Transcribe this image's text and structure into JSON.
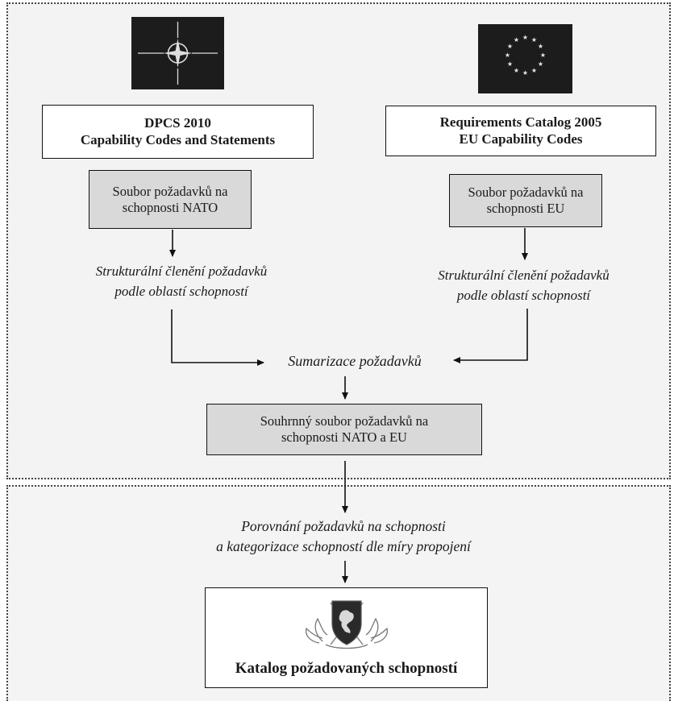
{
  "nato": {
    "title_line1": "DPCS 2010",
    "title_line2": "Capability Codes and Statements",
    "set_line1": "Soubor požadavků na",
    "set_line2": "schopnosti NATO",
    "structure_line1": "Strukturální členění požadavků",
    "structure_line2": "podle oblastí schopností"
  },
  "eu": {
    "title_line1": "Requirements Catalog 2005",
    "title_line2": "EU Capability Codes",
    "set_line1": "Soubor požadavků na",
    "set_line2": "schopnosti EU",
    "structure_line1": "Strukturální členění požadavků",
    "structure_line2": "podle oblastí schopností"
  },
  "summary": {
    "label": "Sumarizace požadavků",
    "set_line1": "Souhrnný soubor požadavků na",
    "set_line2": "schopnosti NATO a EU"
  },
  "comparison": {
    "line1": "Porovnání požadavků na schopnosti",
    "line2": "a kategorizace schopností dle míry propojení"
  },
  "catalog": {
    "title": "Katalog požadovaných schopností"
  },
  "colors": {
    "flag_bg": "#1c1c1c",
    "grey_box": "#d9d9d9",
    "region_bg": "#f3f3f3"
  }
}
